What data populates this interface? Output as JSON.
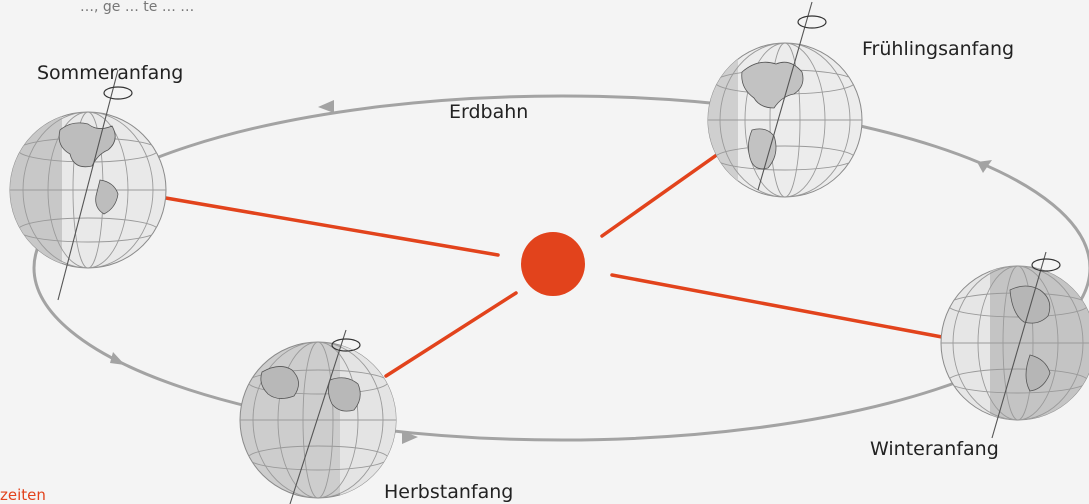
{
  "diagram": {
    "orbit_label": "Erdbahn",
    "top_caption_fragment": "…, ge … te   …   …",
    "corner_fragment": "zeiten",
    "seasons": [
      {
        "id": "summer",
        "label": "Sommeranfang"
      },
      {
        "id": "spring",
        "label": "Frühlingsanfang"
      },
      {
        "id": "winter",
        "label": "Winteranfang"
      },
      {
        "id": "autumn",
        "label": "Herbstanfang"
      }
    ]
  },
  "colors": {
    "sun": "#e2431c",
    "sun_rays": "#e2431c",
    "orbit": "#a3a3a3",
    "globe_fill": "#d6d6d6",
    "globe_light": "#f3f3f3",
    "background": "#f4f4f4"
  }
}
